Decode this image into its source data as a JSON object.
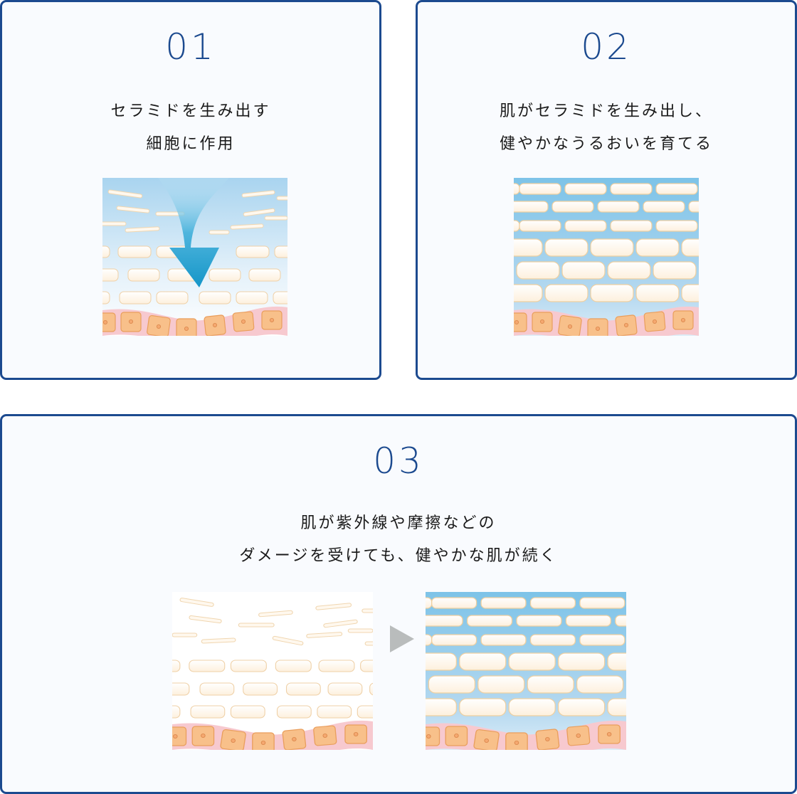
{
  "steps": [
    {
      "number": "01",
      "lines": [
        "セラミドを生み出す",
        "細胞に作用"
      ],
      "illustration": "skin-layers-with-downward-arrow"
    },
    {
      "number": "02",
      "lines": [
        "肌がセラミドを生み出し、",
        "健やかなうるおいを育てる"
      ],
      "illustration": "healthy-skin-layers"
    },
    {
      "number": "03",
      "lines": [
        "肌が紫外線や摩擦などの",
        "ダメージを受けても、健やかな肌が続く"
      ],
      "illustration_before": "damaged-skin-layers",
      "transition_icon": "right-triangle-arrow-icon",
      "illustration_after": "healthy-skin-layers"
    }
  ],
  "colors": {
    "border": "#1c4a8f",
    "number": "#1c4a8f",
    "card_bg": "#f9fbfe",
    "text": "#1a1a1a",
    "skin_blue_top": "#7fc4e8",
    "skin_blue_bottom": "#cfe6f5",
    "arrow_blue": "#1e9ccc",
    "cell_fill": "#fff8ee",
    "cell_edge": "#f2d2a8",
    "basal_cell": "#f7c08c",
    "basal_band": "#f6c6cc",
    "next_arrow": "#b9bcbc"
  }
}
